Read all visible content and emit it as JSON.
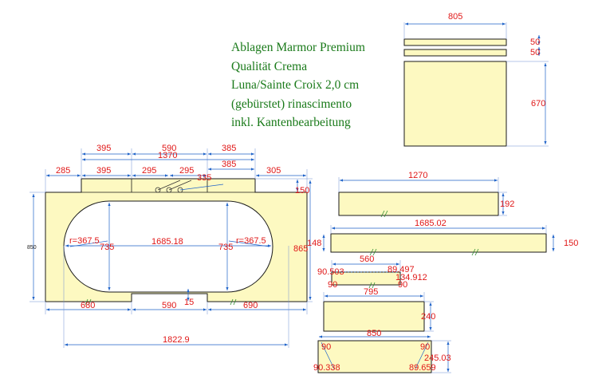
{
  "note": {
    "lines": [
      "Ablagen Marmor Premium",
      "Qualität Crema",
      "Luna/Sainte Croix 2,0 cm",
      "(gebürstet) rinascimento",
      "inkl. Kantenbearbeitung"
    ]
  },
  "dimensions": {
    "d805": "805",
    "d50": "50",
    "d50b": "50",
    "d670": "670",
    "d395a": "395",
    "d590a": "590",
    "d385a": "385",
    "d1370": "1370",
    "d285": "285",
    "d395b": "395",
    "d295a": "295",
    "d295b": "295",
    "d335": "335",
    "d385b": "385",
    "d305": "305",
    "d150a": "150",
    "d850v": "850",
    "d735a": "735",
    "r1": "r=367.5",
    "d1685": "1685.18",
    "d735b": "735",
    "r2": "r=367.5",
    "d865": "865",
    "d680": "680",
    "d590b": "590",
    "d15": "15",
    "d690": "690",
    "d1822": "1822.9",
    "d1270": "1270",
    "d192": "192",
    "d168502": "1685.02",
    "d148": "148",
    "d150b": "150",
    "d560": "560",
    "d90503": "90.503",
    "d89497": "89.497",
    "d134": "134.912",
    "d90a": "90",
    "d90b": "90",
    "d795": "795",
    "d240": "240",
    "d850": "850",
    "d90c": "90",
    "d90d": "90",
    "d24503": "245.03",
    "d90338": "90.338",
    "d89659": "89.659"
  }
}
